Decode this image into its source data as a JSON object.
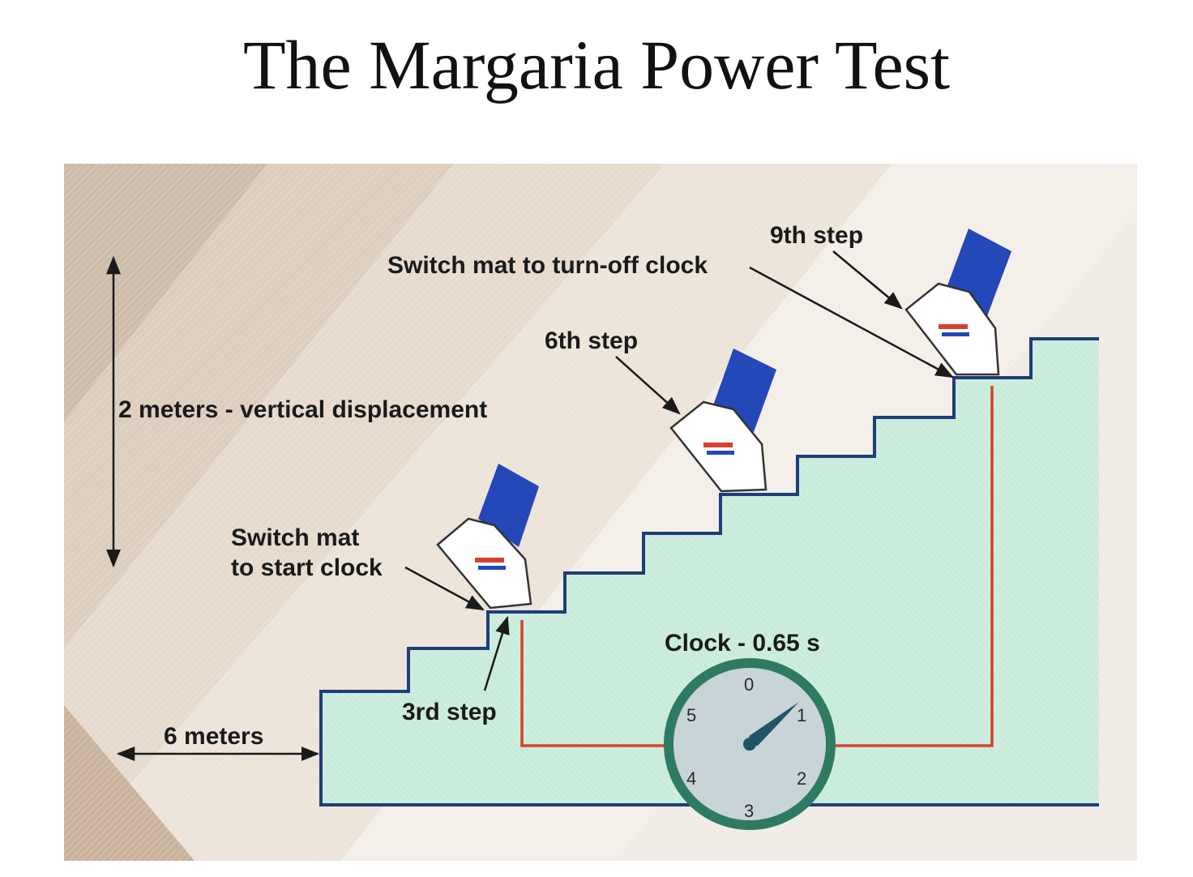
{
  "title": "The Margaria Power Test",
  "labels": {
    "ninth_step": "9th step",
    "switch_mat_off": "Switch mat to turn-off clock",
    "sixth_step": "6th step",
    "vertical_displacement": "2 meters - vertical displacement",
    "switch_mat_start_line1": "Switch mat",
    "switch_mat_start_line2": "to start clock",
    "third_step": "3rd step",
    "clock_label": "Clock - 0.65 s",
    "horizontal_distance": "6 meters"
  },
  "clock": {
    "reading_seconds": 0.65,
    "dial_numbers": [
      "0",
      "1",
      "2",
      "3",
      "4",
      "5"
    ]
  },
  "colors": {
    "stairs_fill": "#cfeee0",
    "stairs_outline": "#1f3d7a",
    "wire": "#d8402e",
    "clock_rim": "#2f7a62",
    "clock_face": "#c8d4d7",
    "sock": "#2448b8",
    "background_light": "#efe9e2",
    "background_dark": "#d6c5b5"
  }
}
